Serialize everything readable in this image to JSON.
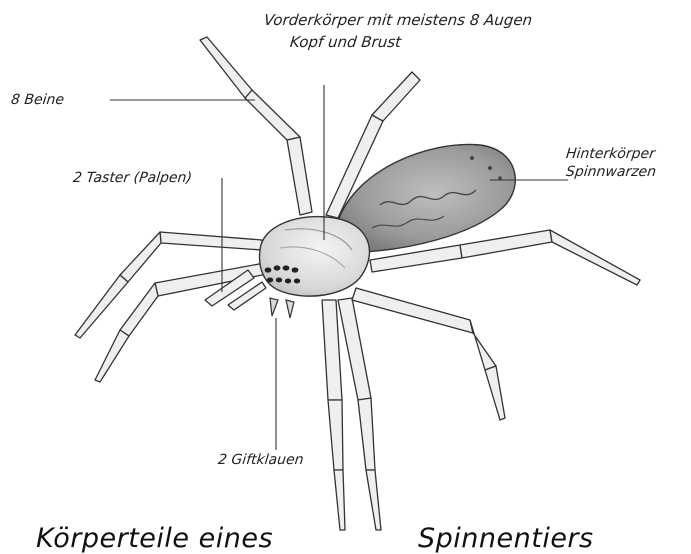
{
  "labels": {
    "front_body_line1": "Vorderkörper mit meistens 8 Augen",
    "front_body_line2": "Kopf und Brust",
    "legs": "8 Beine",
    "palps": "2 Taster (Palpen)",
    "abdomen_line1": "Hinterkörper",
    "abdomen_line2": "Spinnwarzen",
    "fangs": "2 Giftklauen"
  },
  "title": {
    "left": "Körperteile eines",
    "right": "Spinnentiers"
  },
  "colors": {
    "ink": "#222222",
    "leg_fill": "#f1f1f1",
    "body_shade": "#bdbdbd",
    "abdomen_shade": "#7f7f7f",
    "background": "#ffffff"
  }
}
